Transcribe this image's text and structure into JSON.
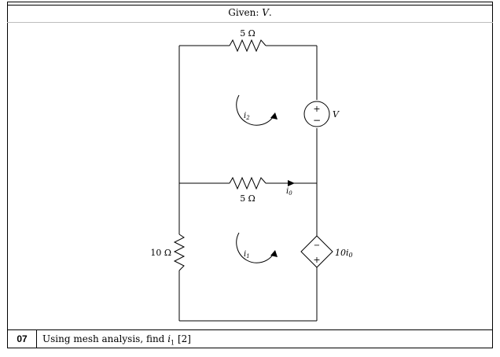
{
  "header": {
    "given_prefix": "Given: ",
    "given_var": "V",
    "given_suffix": "."
  },
  "question": {
    "number": "07",
    "text_prefix": "Using mesh analysis, find ",
    "target_var": "i",
    "target_sub": "1",
    "marks": "[2]"
  },
  "circuit": {
    "top_resistor": "5 Ω",
    "middle_resistor": "5 Ω",
    "left_resistor": "10 Ω",
    "voltage_source_label": "V",
    "source_plus": "+",
    "source_minus": "−",
    "current_label_var": "i",
    "current_label_sub": "0",
    "dependent_source_label": "10i",
    "dependent_source_sub": "0",
    "dep_plus": "+",
    "dep_minus": "−",
    "mesh_top_var": "i",
    "mesh_top_sub": "2",
    "mesh_bottom_var": "i",
    "mesh_bottom_sub": "1"
  }
}
